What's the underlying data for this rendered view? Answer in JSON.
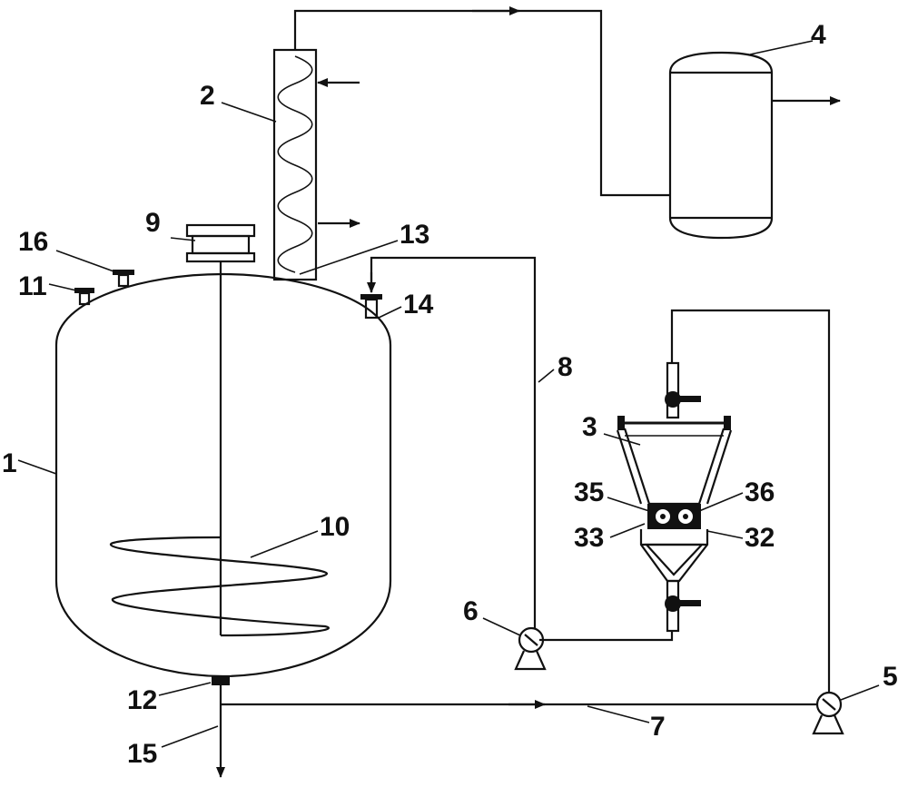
{
  "labels": {
    "reactor": "1",
    "condenser": "2",
    "filter": "3",
    "receiver_tank": "4",
    "pump_5": "5",
    "pump_6": "6",
    "pipe_7": "7",
    "pipe_8": "8",
    "motor": "9",
    "stirrer": "10",
    "port_11": "11",
    "bottom_valve": "12",
    "port_13": "13",
    "inlet_14": "14",
    "outlet_15": "15",
    "port_16": "16",
    "part_32": "32",
    "part_33": "33",
    "part_35": "35",
    "part_36": "36"
  }
}
